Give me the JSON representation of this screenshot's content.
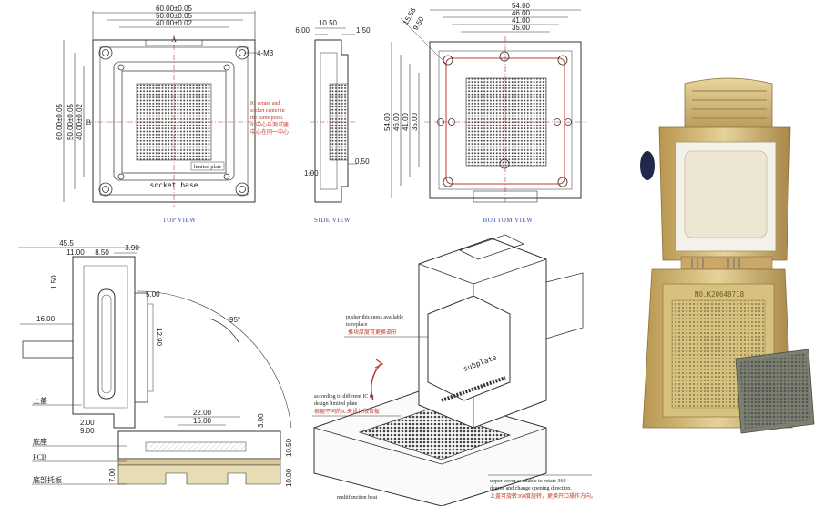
{
  "top_view": {
    "caption": "TOP VIEW",
    "dims_width": [
      "60.00±0.05",
      "50.00±0.05",
      "40.00±0.02"
    ],
    "dims_height": [
      "60.00±0.05",
      "50.00±0.05",
      "40.00±0.02"
    ],
    "hole_label": "4-M3",
    "letter_a": "A",
    "letter_b": "B",
    "note_en": [
      "IC center and",
      "socket center in",
      "the same point."
    ],
    "note_cn": [
      "IC中心与测试座",
      "中心在同一中心"
    ],
    "body_text": "socket base",
    "limited_plate": "limited plate"
  },
  "side_view": {
    "caption": "SIDE VIEW",
    "dims": [
      "10.50",
      "6.00",
      "1.50",
      "1.00",
      "0.50"
    ]
  },
  "bottom_view": {
    "caption": "BOTTOM VIEW",
    "dims_width": [
      "54.00",
      "46.00",
      "41.00",
      "35.00"
    ],
    "dims_height": [
      "54.00",
      "46.00",
      "41.00",
      "35.00"
    ],
    "diag_dims": [
      "15.56",
      "9.50"
    ]
  },
  "open_view": {
    "dims": [
      "45.5",
      "11.00",
      "8.50",
      "3.90",
      "5.00",
      "16.00",
      "12.90",
      "2.00",
      "9.00",
      "22.00",
      "16.00",
      "10.50",
      "3.00",
      "1.50",
      "7.00",
      "10.00"
    ],
    "angle": "95°",
    "labels": [
      "上盖",
      "底座",
      "PCB",
      "底部托板"
    ]
  },
  "iso_view": {
    "pusher_note_en": [
      "pusher thickness available",
      "to replace"
    ],
    "pusher_note_cn": "推块厚度可更换调节",
    "subplate": "subplate",
    "ic_note_en": [
      "according to different IC to",
      "design limited plate"
    ],
    "ic_note_cn": "根据不同的IC来设计限位板",
    "cover_note_en": [
      "upper cover available to rotate 360",
      "degree and change opening direction."
    ],
    "cover_note_cn": "上盖可旋转360度旋转，更换开口操作方向。",
    "multi_heat": "multifunction heat"
  },
  "photo": {
    "label": "NO.K20648718"
  },
  "colors": {
    "line": "#333333",
    "dim_red": "#c0392b",
    "caption_blue": "#3a4fb0",
    "gold": "#c9a95c",
    "gold_light": "#e3cf8f",
    "ivory": "#eeeadb",
    "pcb": "#d9c99a"
  }
}
